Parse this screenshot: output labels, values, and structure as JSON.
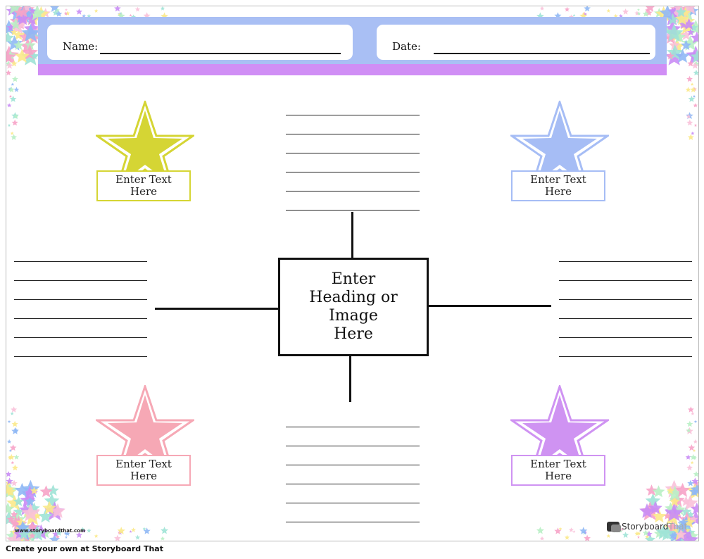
{
  "header": {
    "name_label": "Name:",
    "date_label": "Date:"
  },
  "center_box": {
    "text": "Enter\nHeading or\nImage\nHere"
  },
  "stars": [
    {
      "id": "top-left",
      "color": "#d5d534",
      "label": "Enter Text\nHere"
    },
    {
      "id": "top-right",
      "color": "#a6bdf5",
      "label": "Enter Text\nHere"
    },
    {
      "id": "bottom-left",
      "color": "#f6a8b5",
      "label": "Enter Text\nHere"
    },
    {
      "id": "bottom-right",
      "color": "#cf93f2",
      "label": "Enter Text\nHere"
    }
  ],
  "colors": {
    "header_band": "#a9bff4",
    "header_stripe": "#d08ef5"
  },
  "footer": {
    "watermark_url": "www.storyboardthat.com",
    "brand_left": "Storyboard",
    "brand_right": "That"
  },
  "caption": "Create your own at Storyboard That"
}
